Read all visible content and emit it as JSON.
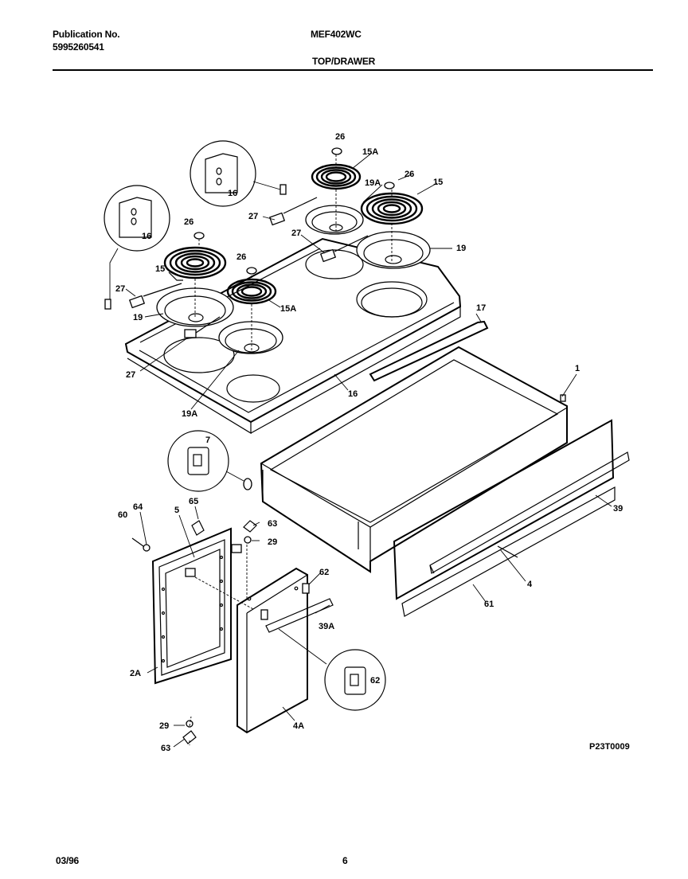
{
  "header": {
    "publication_label": "Publication No.",
    "publication_number": "5995260541",
    "model": "MEF402WC",
    "section": "TOP/DRAWER"
  },
  "diagram": {
    "callouts": {
      "c1": "1",
      "c2A": "2A",
      "c4": "4",
      "c4A": "4A",
      "c5": "5",
      "c7": "7",
      "c15_left": "15",
      "c15_right": "15",
      "c15A_left": "15A",
      "c15A_right": "15A",
      "c16_left": "16",
      "c16_right": "16",
      "c16_top": "16",
      "c17": "17",
      "c19_left": "19",
      "c19_right": "19",
      "c19A_left": "19A",
      "c19A_right": "19A",
      "c26_a": "26",
      "c26_b": "26",
      "c26_c": "26",
      "c26_d": "26",
      "c27_a": "27",
      "c27_b": "27",
      "c27_c": "27",
      "c27_d": "27",
      "c29_a": "29",
      "c29_b": "29",
      "c39": "39",
      "c39A": "39A",
      "c60": "60",
      "c61": "61",
      "c62_a": "62",
      "c62_b": "62",
      "c63_a": "63",
      "c63_b": "63",
      "c64": "64",
      "c65": "65"
    },
    "code": "P23T0009"
  },
  "footer": {
    "date": "03/96",
    "page": "6"
  }
}
